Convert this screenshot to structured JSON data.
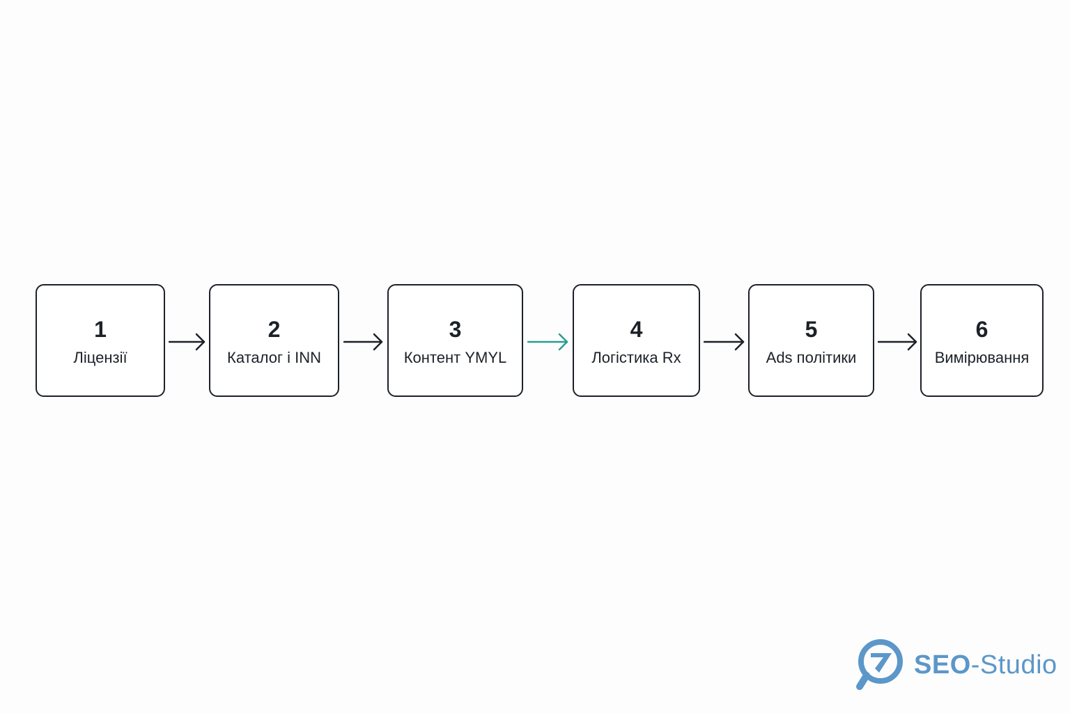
{
  "steps": [
    {
      "number": "1",
      "label": "Ліцензії"
    },
    {
      "number": "2",
      "label": "Каталог і INN"
    },
    {
      "number": "3",
      "label": "Контент YMYL"
    },
    {
      "number": "4",
      "label": "Логістика Rx"
    },
    {
      "number": "5",
      "label": "Ads політики"
    },
    {
      "number": "6",
      "label": "Вимірювання"
    }
  ],
  "arrows": [
    {
      "from": "1",
      "to": "2",
      "color": "#1c2128"
    },
    {
      "from": "2",
      "to": "3",
      "color": "#1c2128"
    },
    {
      "from": "3",
      "to": "4",
      "color": "#2a9d8f"
    },
    {
      "from": "4",
      "to": "5",
      "color": "#1c2128"
    },
    {
      "from": "5",
      "to": "6",
      "color": "#1c2128"
    }
  ],
  "logo": {
    "brand_bold": "SEO",
    "brand_rest": "-Studio",
    "color": "#5b97c9",
    "icon": "magnifier-check-icon"
  }
}
